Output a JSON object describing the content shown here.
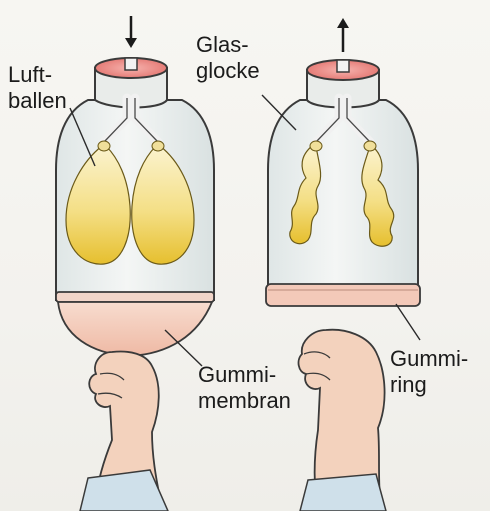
{
  "labels": {
    "luftballen": "Luft-\nballen",
    "glasglocke": "Glas-\nglocke",
    "gummimembran": "Gummi-\nmembran",
    "gummiring": "Gummi-\nring"
  },
  "arrows": {
    "left": "down",
    "right": "up"
  },
  "colors": {
    "balloon": "#f4d35e",
    "glass": "#e6ebeb",
    "membrane": "#f2c6b6",
    "cap_inner": "#e98b85",
    "skin": "#f3d2bd",
    "sleeve": "#cfe0ea",
    "outline": "#2b2b2b"
  }
}
